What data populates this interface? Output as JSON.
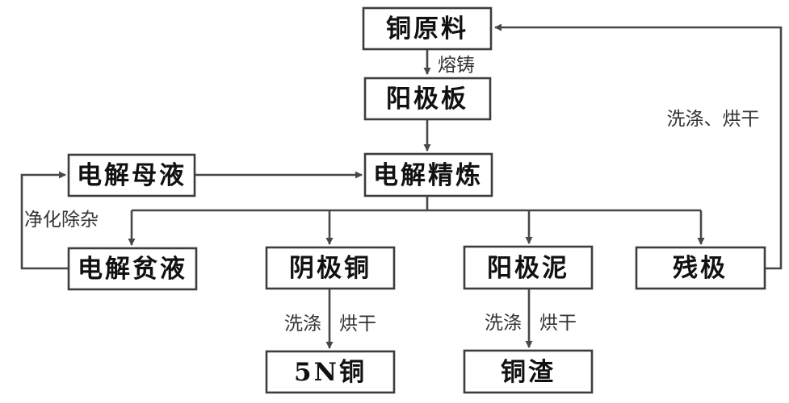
{
  "diagram": {
    "background": "#ffffff",
    "line_color": "#474747",
    "box_border_color": "#3d3d3d",
    "text_color": "#111111",
    "nodes": {
      "copper_raw_material": "铜原料",
      "anode_plate": "阳极板",
      "electrolytic_refining": "电解精炼",
      "electrolyte_mother_liquor": "电解母液",
      "electrolyte_lean_liquor": "电解贫液",
      "cathode_copper": "阴极铜",
      "anode_slime": "阳极泥",
      "residual_anode": "残极",
      "copper_5n": "5N铜",
      "copper_slag": "铜渣"
    },
    "edge_labels": {
      "melting_casting": "熔铸",
      "purification_impurity_removal": "净化除杂",
      "washing_drying": "洗涤、烘干",
      "washing": "洗涤",
      "drying": "烘干"
    }
  }
}
